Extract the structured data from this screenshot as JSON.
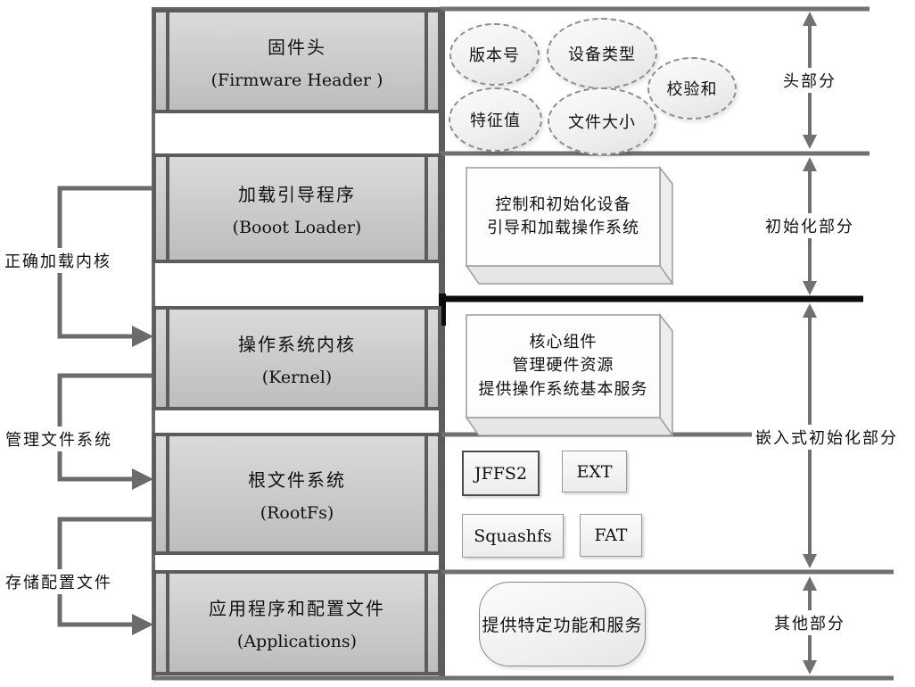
{
  "diagram": {
    "title_hint": "embedded firmware structure diagram",
    "rows": [
      {
        "zh": "固件头",
        "en": "(Firmware Header )"
      },
      {
        "zh": "加载引导程序",
        "en": "(Booot Loader)"
      },
      {
        "zh": "操作系统内核",
        "en": "(Kernel)"
      },
      {
        "zh": "根文件系统",
        "en": "(RootFs)"
      },
      {
        "zh": "应用程序和配置文件",
        "en": "(Applications)"
      }
    ],
    "header_fields": [
      "版本号",
      "设备类型",
      "校验和",
      "特征值",
      "文件大小"
    ],
    "descriptions": {
      "bootloader": [
        "控制和初始化设备",
        "引导和加载操作系统"
      ],
      "kernel": [
        "核心组件",
        "管理硬件资源",
        "提供操作系统基本服务"
      ],
      "applications": "提供特定功能和服务"
    },
    "filesystems": [
      "JFFS2",
      "EXT",
      "Squashfs",
      "FAT"
    ],
    "left_labels": [
      "正确加载内核",
      "管理文件系统",
      "存储配置文件"
    ],
    "right_labels": [
      "头部分",
      "初始化部分",
      "嵌入式初始化部分",
      "其他部分"
    ],
    "colors": {
      "row_fill": "#cccccc",
      "row_border": "#5c5c5c",
      "annotation_gray": "#707070",
      "bold_divider_black": "#0b0b0b",
      "shape_fill_light": "#f2f2f2"
    }
  }
}
